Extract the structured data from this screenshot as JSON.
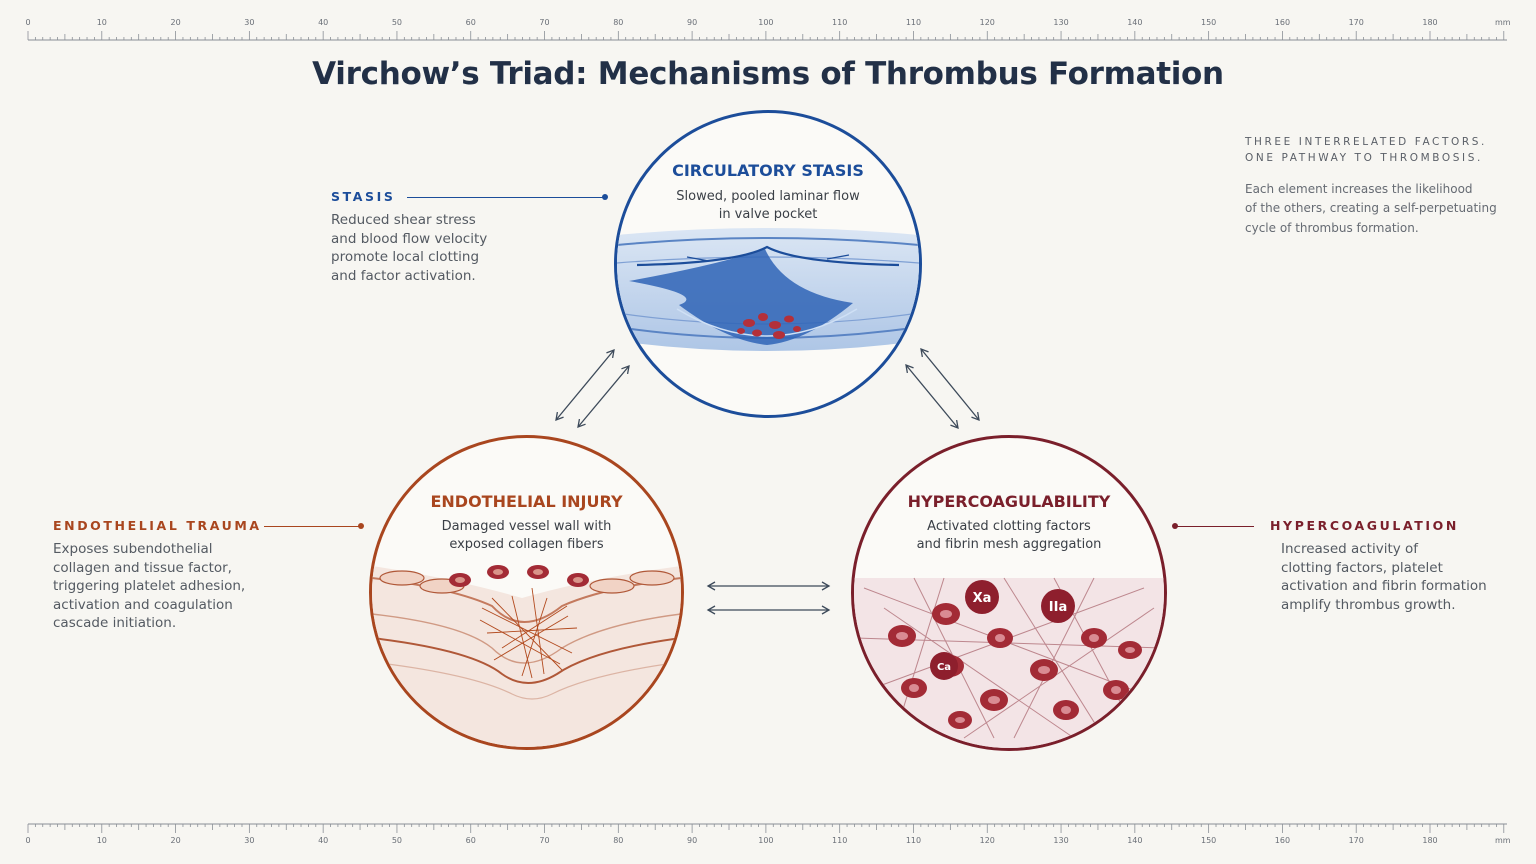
{
  "title": "Virchow’s Triad: Mechanisms of Thrombus Formation",
  "ruler": {
    "labels": [
      "0",
      "10",
      "20",
      "30",
      "40",
      "50",
      "60",
      "70",
      "80",
      "90",
      "100",
      "110",
      "110",
      "120",
      "130",
      "140",
      "150",
      "160",
      "170",
      "180"
    ],
    "unit": "mm"
  },
  "circles": {
    "stasis": {
      "heading": "CIRCULATORY STASIS",
      "sub_line1": "Slowed, pooled laminar flow",
      "sub_line2": "in valve pocket"
    },
    "injury": {
      "heading": "ENDOTHELIAL INJURY",
      "sub_line1": "Damaged vessel wall with",
      "sub_line2": "exposed collagen fibers"
    },
    "hyper": {
      "heading": "HYPERCOAGULABILITY",
      "sub_line1": "Activated clotting factors",
      "sub_line2": "and fibrin mesh aggregation",
      "badges": [
        "Xa",
        "IIa",
        "Ca"
      ]
    }
  },
  "callouts": {
    "stasis": {
      "label": "STASIS",
      "lines": [
        "Reduced shear stress",
        "and blood flow velocity",
        "promote local clotting",
        "and factor activation."
      ]
    },
    "trauma": {
      "label": "ENDOTHELIAL TRAUMA",
      "lines": [
        "Exposes subendothelial",
        "collagen and tissue factor,",
        "triggering platelet adhesion,",
        "activation and coagulation",
        "cascade initiation."
      ]
    },
    "hypercoagulation": {
      "label": "HYPERCOAGULATION",
      "lines": [
        "Increased activity of",
        "clotting factors, platelet",
        "activation and fibrin formation",
        "amplify thrombus growth."
      ]
    }
  },
  "note": {
    "head_line1": "THREE INTERRELATED FACTORS.",
    "head_line2": "ONE PATHWAY TO THROMBOSIS.",
    "lines": [
      "Each element increases the likelihood",
      "of the others, creating a self-perpetuating",
      "cycle of thrombus formation."
    ]
  },
  "colors": {
    "stasis": "#1c4d9a",
    "injury": "#a9461f",
    "hyper": "#7a1f2b",
    "title": "#223047",
    "arrow": "#3d4a5a"
  }
}
